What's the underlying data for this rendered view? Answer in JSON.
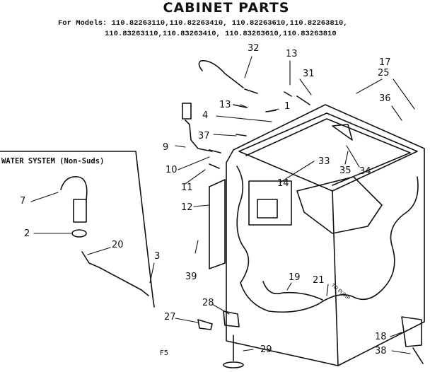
{
  "title": "CABINET PARTS",
  "models": {
    "line1": "For Models: 110.82263110,110.82263410, 110.82263610,110.82263810,",
    "line2": "110.83263110,110.83263410, 110.83263610,110.83263810"
  },
  "water_system_label": "WATER SYSTEM (Non-Suds)",
  "pump_label": "TO PUMP",
  "figure_code": "F5",
  "callouts": {
    "c32": "32",
    "c13a": "13",
    "c31": "31",
    "c17": "17",
    "c25": "25",
    "c13b": "13",
    "c1": "1",
    "c4": "4",
    "c36": "36",
    "c37": "37",
    "c9": "9",
    "c10": "10",
    "c33": "33",
    "c35": "35",
    "c34": "34",
    "c11": "11",
    "c14": "14",
    "c12": "12",
    "c7": "7",
    "c2": "2",
    "c20": "20",
    "c3": "3",
    "c39": "39",
    "c19": "19",
    "c21": "21",
    "c28": "28",
    "c27": "27",
    "c18": "18",
    "c29": "29",
    "c38": "38"
  }
}
